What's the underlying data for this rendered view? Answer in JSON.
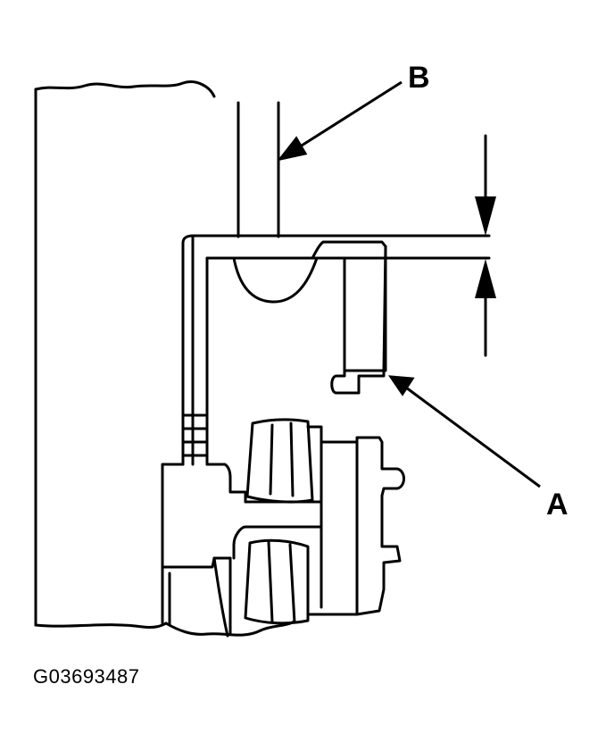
{
  "diagram": {
    "callouts": {
      "a": "A",
      "b": "B"
    },
    "figure_id": "G03693487"
  }
}
